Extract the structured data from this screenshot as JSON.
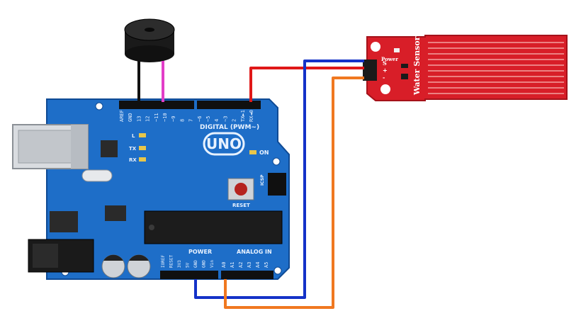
{
  "board": {
    "logo": "UNO",
    "digital_label": "DIGITAL (PWM~)",
    "on_label": "ON",
    "reset_label": "RESET",
    "power_label": "POWER",
    "analog_label": "ANALOG IN",
    "tx_label": "TX",
    "rx_label": "RX",
    "l_label": "L",
    "icsp_label": "ICSP",
    "digital_pins": [
      "AREF",
      "GND",
      "13",
      "12",
      "~11",
      "~10",
      "~9",
      "8",
      "7",
      "~6",
      "~5",
      "4",
      "~3",
      "2",
      "TX►1",
      "RX◄0"
    ],
    "power_pins": [
      "IOREF",
      "RESET",
      "3V3",
      "5V",
      "GND",
      "GND",
      "Vin"
    ],
    "analog_pins": [
      "A0",
      "A1",
      "A2",
      "A3",
      "A4",
      "A5"
    ]
  },
  "sensor": {
    "title": "Water Sensor",
    "power_label": "Power",
    "pin_labels": [
      "S",
      "+",
      "-"
    ]
  },
  "colors": {
    "board": "#1e6ec8",
    "sensor": "#d81e28",
    "wire_black": "#111111",
    "wire_magenta": "#e23ec8",
    "wire_red": "#e01818",
    "wire_blue": "#1432c8",
    "wire_orange": "#f07820"
  }
}
